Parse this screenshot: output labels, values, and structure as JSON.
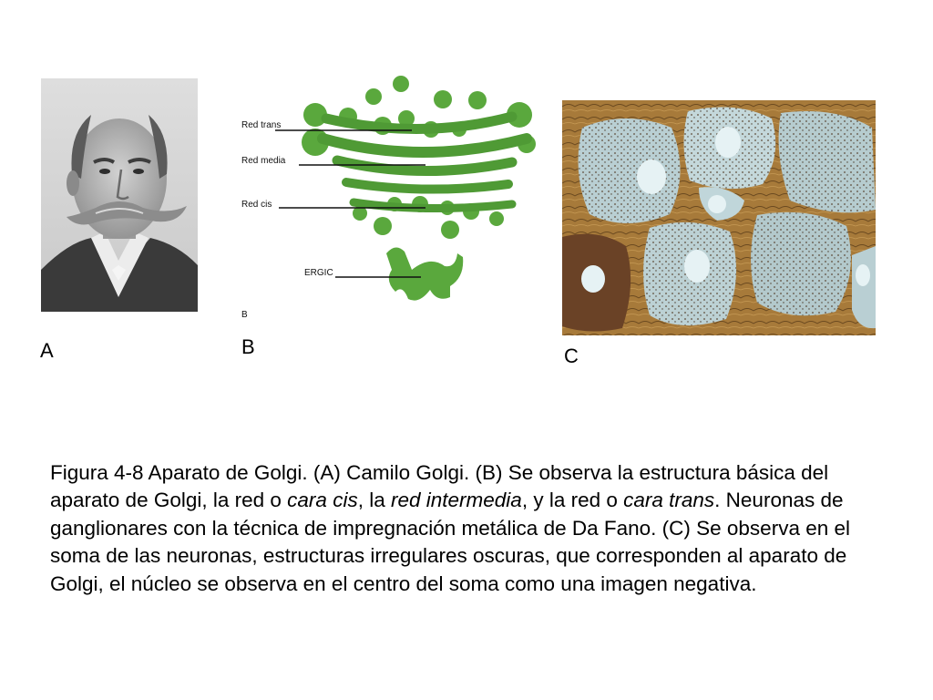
{
  "figure": {
    "panels": [
      {
        "letter": "A",
        "depicts": "portrait-photo"
      },
      {
        "letter": "B",
        "depicts": "golgi-diagram",
        "labels": {
          "trans": "Red trans",
          "media": "Red media",
          "cis": "Red cis",
          "ergic": "ERGIC",
          "corner": "B"
        },
        "colors": {
          "membrane": "#4f9a35",
          "vesicle": "#5aa83d",
          "line": "#111111"
        }
      },
      {
        "letter": "C",
        "depicts": "neuron-micrograph",
        "colors": {
          "stain": "#a77a3a",
          "cell": "#b9cfd3",
          "nucleus": "#e6f2f4"
        }
      }
    ],
    "caption": {
      "p1": "Figura 4-8 Aparato de Golgi. (A) Camilo Golgi. (B) Se observa la estructura básica del aparato de Golgi, la red o ",
      "i1": "cara cis",
      "p2": ", la ",
      "i2": "red intermedia",
      "p3": ", y la red o ",
      "i3": "cara trans",
      "p4": ". Neuronas de ganglionares con la técnica de impregnación metálica de Da Fano. (C) Se observa en el soma de las neuronas, estructuras irregulares oscuras, que corresponden al aparato de Golgi, el núcleo se observa en el centro del soma como una imagen negativa."
    }
  }
}
